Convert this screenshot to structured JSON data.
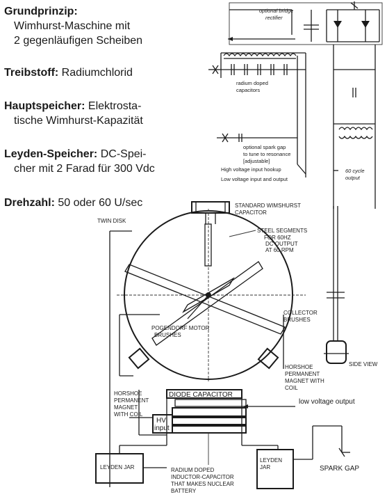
{
  "specs": {
    "grundprinzip": {
      "label": "Grundprinzip:",
      "line1": "Wimhurst-Maschine mit",
      "line2": "2 gegenläufigen Scheiben"
    },
    "treibstoff": {
      "label": "Treibstoff:",
      "value": "Radiumchlorid"
    },
    "hauptspeicher": {
      "label": "Hauptspeicher:",
      "value1": "Elektrosta-",
      "value2": "tische Wimhurst-Kapazität"
    },
    "leyden": {
      "label": "Leyden-Speicher:",
      "value1": "DC-Spei-",
      "value2": "cher mit 2 Farad für 300 Vdc"
    },
    "drehzahl": {
      "label": "Drehzahl:",
      "value": "50 oder 60 U/sec"
    }
  },
  "circuit": {
    "bridge1": "optional bridge",
    "bridge2": "rectifier",
    "caps1": "radium doped",
    "caps2": "capacitors",
    "gap1": "optional spark gap",
    "gap2": "to tune to resonance",
    "gap3": "[adjustable]",
    "hv": "High voltage input hookup",
    "lv": "Low voltage input and output",
    "cycle1": "60 cycle",
    "cycle2": "output"
  },
  "machine": {
    "std_cap1": "STANDARD WIMSHURST",
    "std_cap2": "CAPACITOR",
    "twin": "TWIN DISK",
    "steel1": "STEEL SEGMENTS",
    "steel2": "FOR 60HZ",
    "steel3": "DC OUTPUT",
    "steel4": "AT 60 RPM",
    "collector1": "COLLECTOR",
    "collector2": "BRUSHES",
    "pogendorf1": "POGENDORF MOTOR",
    "pogendorf2": "BRUSHES",
    "side_view": "SIDE VIEW",
    "horse_r1": "HORSHOE",
    "horse_r2": "PERMANENT",
    "horse_r3": "MAGNET WITH",
    "horse_r4": "COIL",
    "horse_l1": "HORSHOE",
    "horse_l2": "PERMANENT",
    "horse_l3": "MAGNET",
    "horse_l4": "WITH COIL",
    "diode": "DIODE CAPACITOR",
    "lv_out": "low voltage output",
    "hv1": "HV",
    "hv2": "input",
    "leyden_l": "LEYDEN JAR",
    "leyden_r1": "LEYDEN",
    "leyden_r2": "JAR",
    "spark_gap": "SPARK GAP",
    "radium1": "RADIUM DOPED",
    "radium2": "INDUCTOR-CAPACITOR",
    "radium3": "THAT MAKES NUCLEAR",
    "radium4": "BATTERY"
  }
}
